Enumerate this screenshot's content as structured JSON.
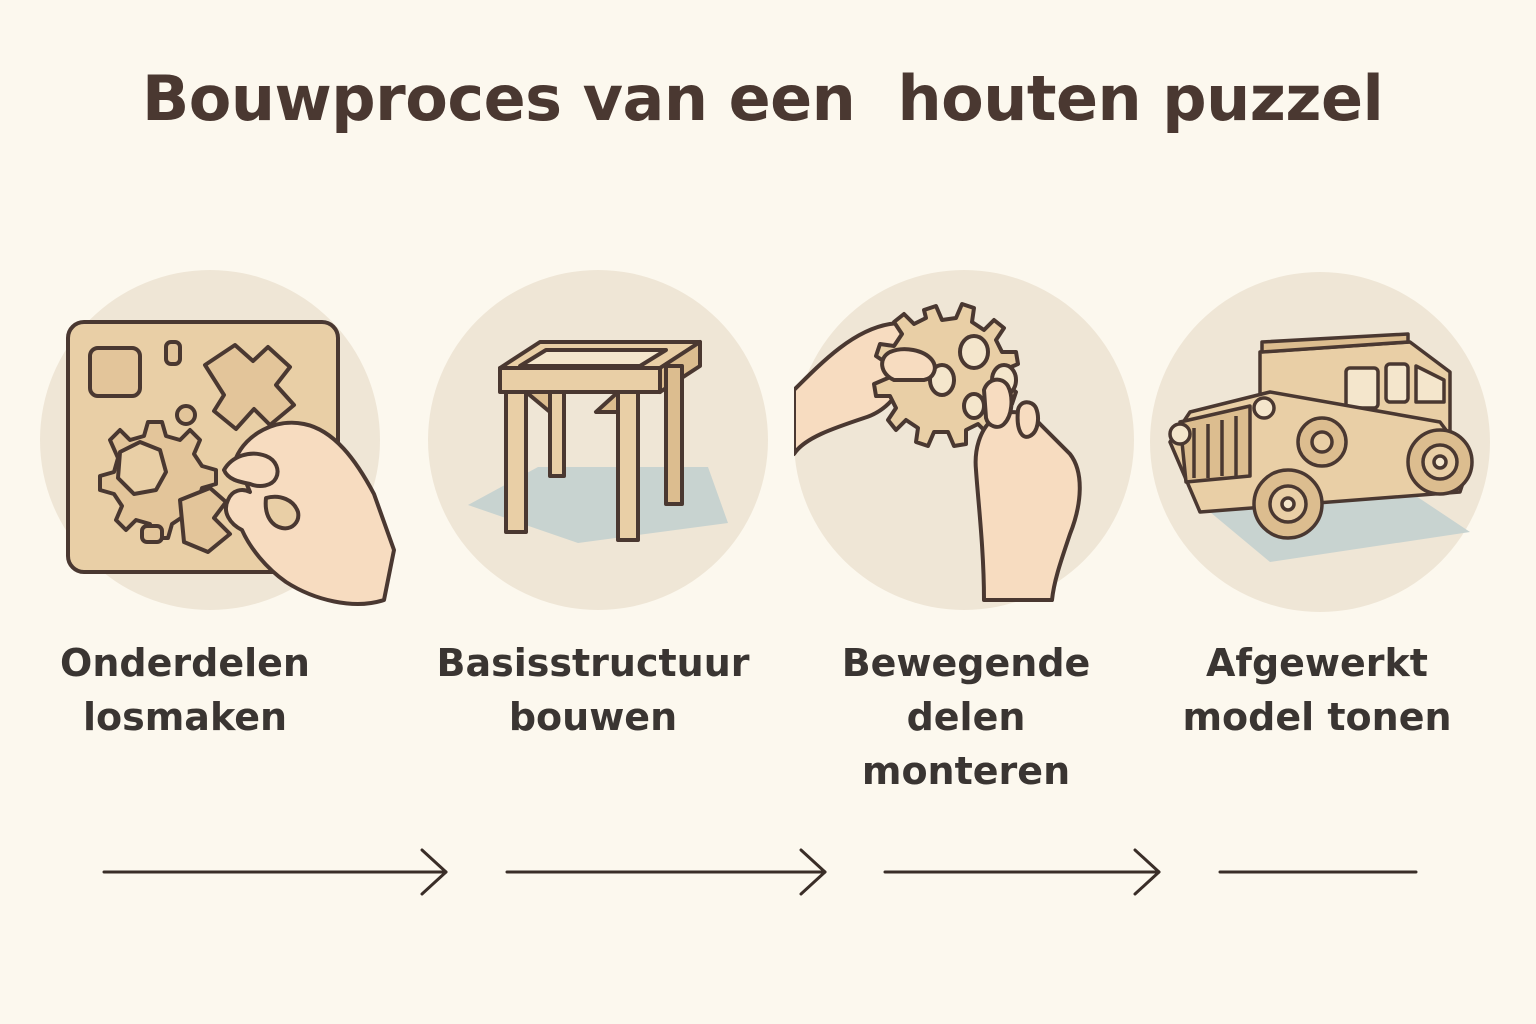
{
  "title": "Bouwproces van een  houten puzzel",
  "steps": [
    {
      "label_line1": "Onderdelen",
      "label_line2": "losmaken",
      "label_line3": "",
      "icon": "wooden-puzzle-sheet-icon"
    },
    {
      "label_line1": "Basisstructuur",
      "label_line2": "bouwen",
      "label_line3": "",
      "icon": "wooden-frame-icon"
    },
    {
      "label_line1": "Bewegende",
      "label_line2": "delen",
      "label_line3": "monteren",
      "icon": "gear-assembly-icon"
    },
    {
      "label_line1": "Afgewerkt",
      "label_line2": "model tonen",
      "label_line3": "",
      "icon": "wooden-car-model-icon"
    }
  ],
  "colors": {
    "background": "#fcf8ee",
    "circle": "#efe6d6",
    "wood": "#e9cfa6",
    "outline": "#4a3831",
    "skin": "#f7dcc0",
    "shadow": "#c8d3d0"
  }
}
